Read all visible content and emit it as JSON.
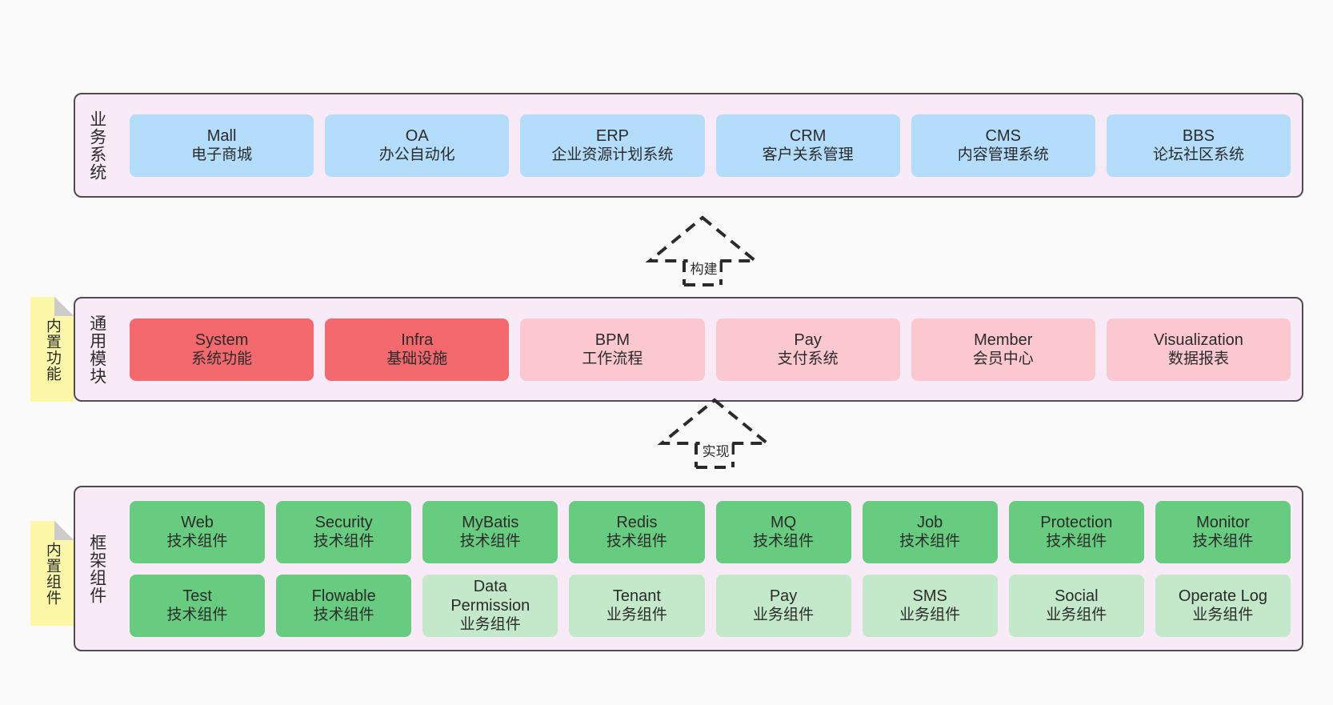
{
  "colors": {
    "page_bg": "#fafafa",
    "layer_bg": "#f8eaf6",
    "layer_border": "#4d4d4d",
    "business_box": "#b3ddfb",
    "module_primary": "#f4696e",
    "module_secondary": "#fcc8cf",
    "framework_tech": "#67cc7f",
    "framework_business": "#c3e8ca",
    "note_bg": "#fcf8a8",
    "text": "#2b2b2b"
  },
  "layers": [
    {
      "id": "business-systems",
      "title": "业务系统",
      "note": null,
      "rows": [
        [
          {
            "name": "Mall",
            "desc": "电子商城",
            "color": "#b3ddfb"
          },
          {
            "name": "OA",
            "desc": "办公自动化",
            "color": "#b3ddfb"
          },
          {
            "name": "ERP",
            "desc": "企业资源计划系统",
            "color": "#b3ddfb"
          },
          {
            "name": "CRM",
            "desc": "客户关系管理",
            "color": "#b3ddfb"
          },
          {
            "name": "CMS",
            "desc": "内容管理系统",
            "color": "#b3ddfb"
          },
          {
            "name": "BBS",
            "desc": "论坛社区系统",
            "color": "#b3ddfb"
          }
        ]
      ]
    },
    {
      "id": "common-modules",
      "title": "通用模块",
      "note": "内置功能",
      "rows": [
        [
          {
            "name": "System",
            "desc": "系统功能",
            "color": "#f4696e"
          },
          {
            "name": "Infra",
            "desc": "基础设施",
            "color": "#f4696e"
          },
          {
            "name": "BPM",
            "desc": "工作流程",
            "color": "#fcc8cf"
          },
          {
            "name": "Pay",
            "desc": "支付系统",
            "color": "#fcc8cf"
          },
          {
            "name": "Member",
            "desc": "会员中心",
            "color": "#fcc8cf"
          },
          {
            "name": "Visualization",
            "desc": "数据报表",
            "color": "#fcc8cf"
          }
        ]
      ]
    },
    {
      "id": "framework-components",
      "title": "框架组件",
      "note": "内置组件",
      "rows": [
        [
          {
            "name": "Web",
            "desc": "技术组件",
            "color": "#67cc7f"
          },
          {
            "name": "Security",
            "desc": "技术组件",
            "color": "#67cc7f"
          },
          {
            "name": "MyBatis",
            "desc": "技术组件",
            "color": "#67cc7f"
          },
          {
            "name": "Redis",
            "desc": "技术组件",
            "color": "#67cc7f"
          },
          {
            "name": "MQ",
            "desc": "技术组件",
            "color": "#67cc7f"
          },
          {
            "name": "Job",
            "desc": "技术组件",
            "color": "#67cc7f"
          },
          {
            "name": "Protection",
            "desc": "技术组件",
            "color": "#67cc7f"
          },
          {
            "name": "Monitor",
            "desc": "技术组件",
            "color": "#67cc7f"
          }
        ],
        [
          {
            "name": "Test",
            "desc": "技术组件",
            "color": "#67cc7f"
          },
          {
            "name": "Flowable",
            "desc": "技术组件",
            "color": "#67cc7f"
          },
          {
            "name": "Data Permission",
            "desc": "业务组件",
            "color": "#c3e8ca"
          },
          {
            "name": "Tenant",
            "desc": "业务组件",
            "color": "#c3e8ca"
          },
          {
            "name": "Pay",
            "desc": "业务组件",
            "color": "#c3e8ca"
          },
          {
            "name": "SMS",
            "desc": "业务组件",
            "color": "#c3e8ca"
          },
          {
            "name": "Social",
            "desc": "业务组件",
            "color": "#c3e8ca"
          },
          {
            "name": "Operate Log",
            "desc": "业务组件",
            "color": "#c3e8ca"
          }
        ]
      ]
    }
  ],
  "connectors": [
    {
      "id": "build",
      "label": "构建"
    },
    {
      "id": "implement",
      "label": "实现"
    }
  ]
}
